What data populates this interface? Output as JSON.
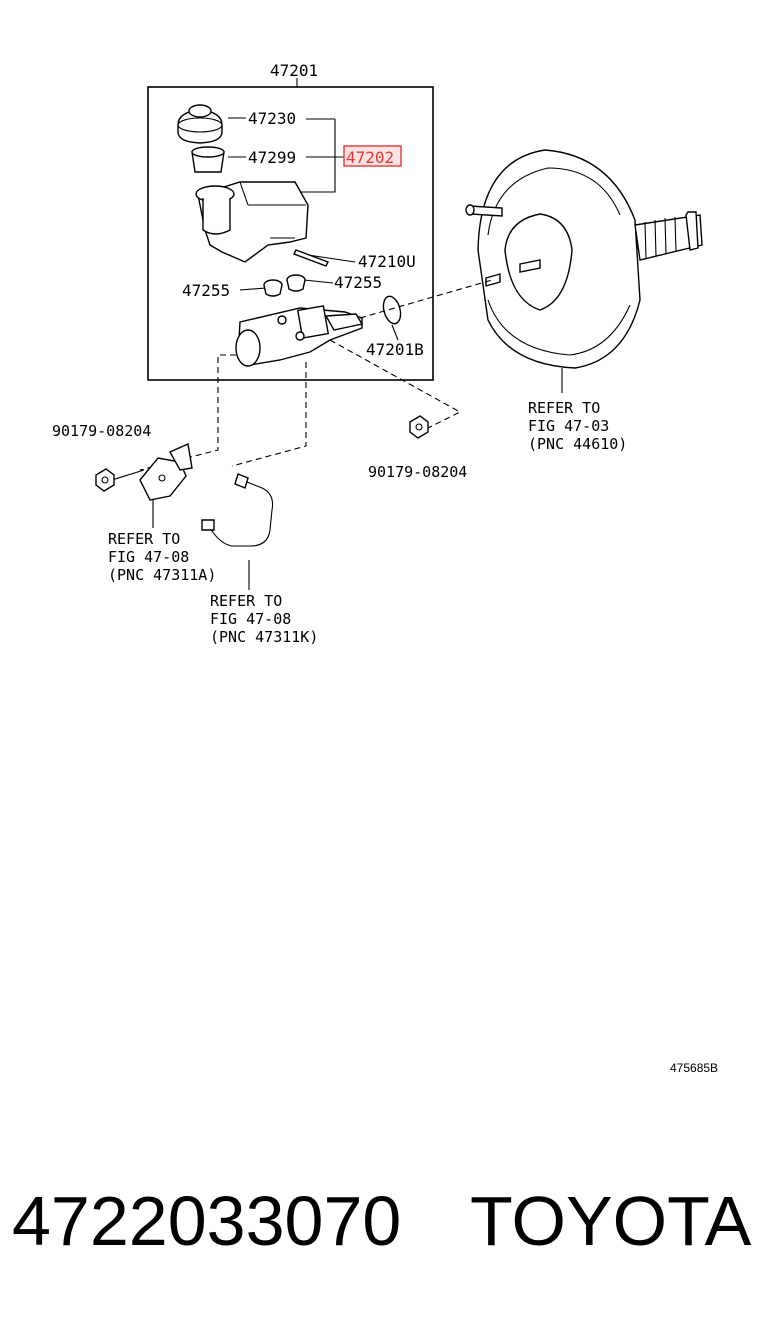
{
  "diagram": {
    "labels": {
      "assembly": "47201",
      "cap": "47230",
      "strainer": "47299",
      "reservoir_highlight": "47202",
      "pin": "47210U",
      "grommet_right": "47255",
      "grommet_left": "47255",
      "oring": "47201B",
      "nut_left": "90179-08204",
      "nut_right": "90179-08204"
    },
    "refs": {
      "booster": [
        "REFER TO",
        "FIG 47-03",
        "(PNC 44610)"
      ],
      "bracket": [
        "REFER TO",
        "FIG 47-08",
        "(PNC 47311A)"
      ],
      "tube": [
        "REFER TO",
        "FIG 47-08",
        "(PNC 47311K)"
      ]
    },
    "highlight_color": "#e53935",
    "diagram_code": "475685B"
  },
  "footer": {
    "part_number": "4722033070",
    "brand": "TOYOTA"
  }
}
